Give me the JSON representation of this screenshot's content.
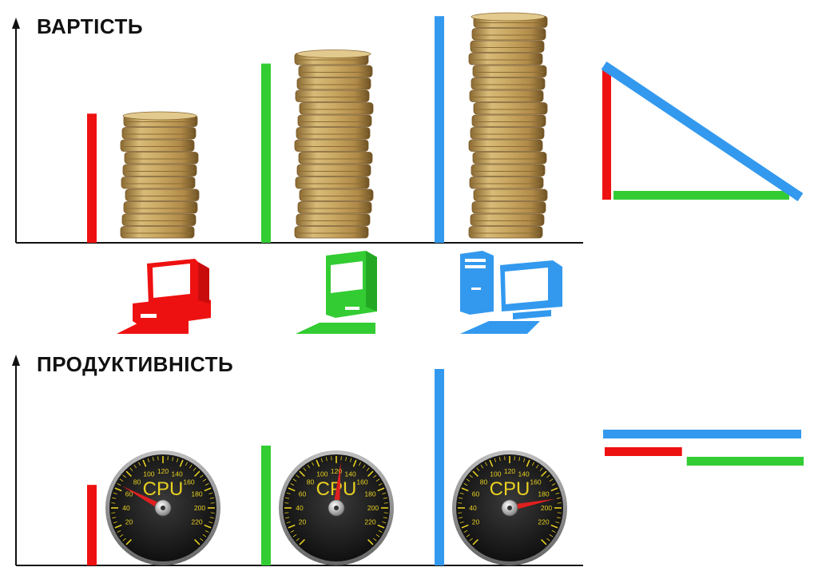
{
  "cost_chart": {
    "title": "ВАРТІСТЬ",
    "levels": [
      0.49,
      0.68,
      0.86
    ],
    "coin_stacks": [
      10,
      15,
      18
    ]
  },
  "performance_chart": {
    "title": "ПРОДУКТИВНІСТЬ",
    "levels": [
      0.41,
      0.61,
      1.0
    ]
  },
  "gauges": {
    "label": "CPU",
    "ticks": [
      "20",
      "40",
      "60",
      "80",
      "100",
      "120",
      "140",
      "160",
      "180",
      "200",
      "220"
    ],
    "needle_values": [
      65,
      125,
      190
    ]
  },
  "legend_bars": {
    "cost_triangle": [
      "red-vertical",
      "green-horizontal",
      "blue-diagonal"
    ],
    "performance_lengths": [
      0.39,
      0.59,
      1.0
    ]
  },
  "computers": [
    "red-computer-icon",
    "green-computer-icon",
    "blue-computer-icon"
  ],
  "colors": {
    "red": "#ee1111",
    "green": "#33cc33",
    "blue": "#3399ee",
    "coin": "#c9a862",
    "gauge_face": "#141414",
    "gauge_text": "#e8d020"
  }
}
